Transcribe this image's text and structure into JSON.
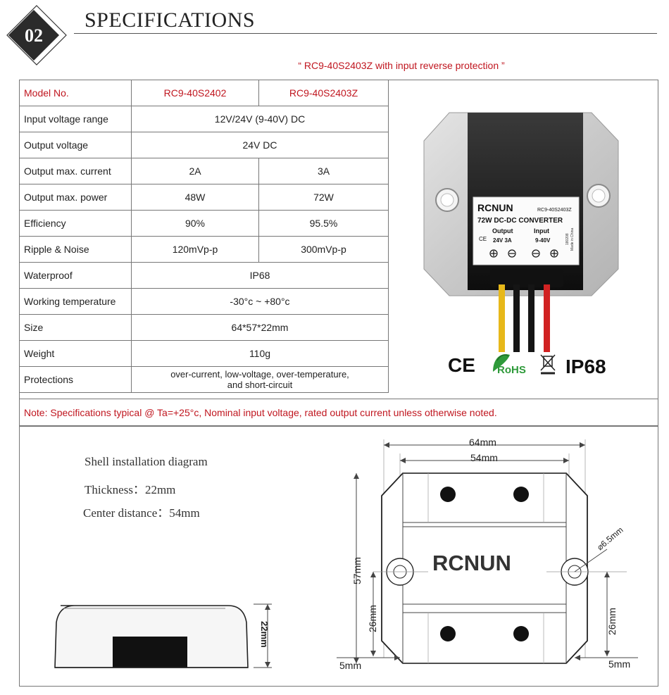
{
  "header": {
    "number": "02",
    "title": "SPECIFICATIONS"
  },
  "subtitle": "“ RC9-40S2403Z with input reverse protection ”",
  "table": {
    "head": {
      "label": "Model No.",
      "model_a": "RC9-40S2402",
      "model_b": "RC9-40S2403Z"
    },
    "rows": [
      {
        "label": "Input voltage range",
        "value": "12V/24V (9-40V) DC"
      },
      {
        "label": "Output voltage",
        "value": "24V DC"
      },
      {
        "label": "Output max. current",
        "a": "2A",
        "b": "3A"
      },
      {
        "label": "Output max. power",
        "a": "48W",
        "b": "72W"
      },
      {
        "label": "Efficiency",
        "a": "90%",
        "b": "95.5%"
      },
      {
        "label": "Ripple & Noise",
        "a": "120mVp-p",
        "b": "300mVp-p"
      },
      {
        "label": "Waterproof",
        "value": "IP68"
      },
      {
        "label": "Working temperature",
        "value": "-30°c ~ +80°c"
      },
      {
        "label": "Size",
        "value": "64*57*22mm"
      },
      {
        "label": "Weight",
        "value": "110g"
      },
      {
        "label": "Protections",
        "value_line1": "over-current, low-voltage, over-temperature,",
        "value_line2": "and short-circuit"
      }
    ]
  },
  "product_label": {
    "brand": "RCNUN",
    "model": "RC9-40S2403Z",
    "type": "72W DC-DC CONVERTER",
    "output_head": "Output",
    "output_val": "24V 3A",
    "input_head": "Input",
    "input_val": "9-40V",
    "made_in": "Made in China",
    "code": "180208"
  },
  "certifications": {
    "ce": "CE",
    "rohs": "RoHS",
    "ip": "IP68"
  },
  "note": "Note: Specifications typical @ Ta=+25°c, Nominal input voltage, rated output current unless otherwise noted.",
  "installation": {
    "title": "Shell installation diagram",
    "thickness_label": "Thickness：",
    "thickness_value": "22mm",
    "center_label": "Center distance：",
    "center_value": "54mm",
    "brand": "RCNUN",
    "dims": {
      "width_outer": "64mm",
      "width_inner": "54mm",
      "height": "57mm",
      "half_height_left": "26mm",
      "half_height_right": "26mm",
      "hole": "6.5mm",
      "edge_left": "5mm",
      "edge_right": "5mm",
      "thickness_side": "22mm"
    }
  }
}
